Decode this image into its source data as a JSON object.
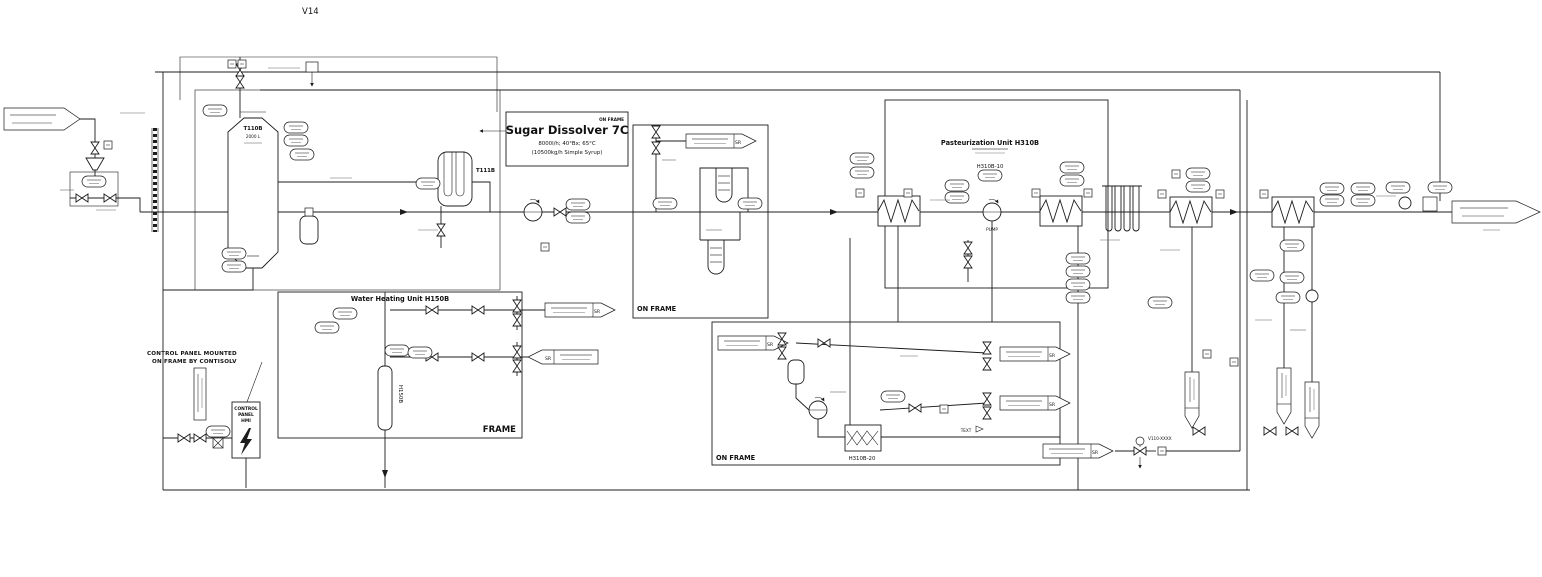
{
  "drawing": {
    "revision": "V14"
  },
  "sugar_dissolver": {
    "frame_note": "ON FRAME",
    "title": "Sugar Dissolver 7C",
    "capacity_line": "8000l/h; 40°Bx; 65°C",
    "syrup_line": "(10500kg/h Simple Syrup)"
  },
  "pasteurization": {
    "title": "Pasteurization Unit H310B",
    "unit_tag": "H310B-10",
    "sub_unit_tag": "H310B-20",
    "frame_note": "ON FRAME"
  },
  "water_heating": {
    "title": "Water Heating Unit H150B",
    "frame_note": "FRAME",
    "column_tag": "H150B"
  },
  "filter_unit": {
    "frame_note": "ON FRAME"
  },
  "control_panel": {
    "note_line1": "CONTROL PANEL MOUNTED",
    "note_line2": "ON FRAME BY CONTISOLV",
    "hmi_line1": "CONTROL",
    "hmi_line2": "PANEL",
    "hmi_line3": "HMI"
  },
  "equipment": {
    "dissolving_tank_tag": "T110B",
    "dissolving_tank_capacity": "2000 L",
    "dissolver_hx_tag": "T111B",
    "valve_station_tag": "V110-XXXX",
    "pump_label": "PUMP",
    "placeholder_label": "TEXT"
  },
  "tags": {
    "sr": "SR"
  }
}
